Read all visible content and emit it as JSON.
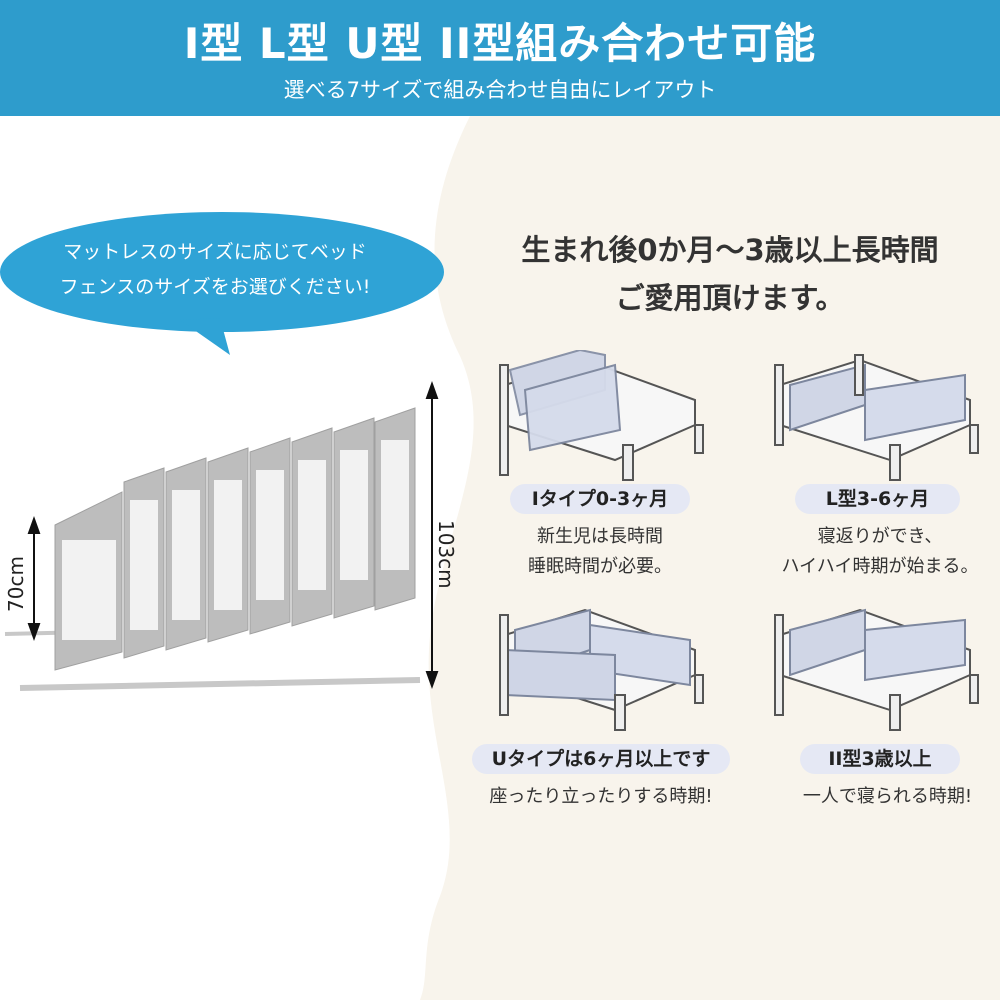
{
  "header": {
    "title": "I型 L型 U型 II型組み合わせ可能",
    "subtitle": "選べる7サイズで組み合わせ自由にレイアウト"
  },
  "bubble": {
    "line1": "マットレスのサイズに応じてベッド",
    "line2": "フェンスのサイズをお選びください!"
  },
  "dimensions": {
    "tall": "103cm",
    "short": "70cm"
  },
  "headline": {
    "line1": "生まれ後0か月～3歳以上長時間",
    "line2": "ご愛用頂けます。"
  },
  "cards": [
    {
      "label": "Iタイプ0-3ヶ月",
      "desc1": "新生児は長時間",
      "desc2": "睡眠時間が必要。"
    },
    {
      "label": "L型3-6ヶ月",
      "desc1": "寝返りができ、",
      "desc2": "ハイハイ時期が始まる。"
    },
    {
      "label": "Uタイプは6ヶ月以上です",
      "desc1": "座ったり立ったりする時期!",
      "desc2": ""
    },
    {
      "label": "II型3歳以上",
      "desc1": "一人で寝られる時期!",
      "desc2": ""
    }
  ],
  "colors": {
    "header_bg": "#2e9ccc",
    "bubble_bg": "#2fa3d6",
    "beige_bg": "#f8f4ec",
    "pill_bg": "#e5e8f4"
  }
}
